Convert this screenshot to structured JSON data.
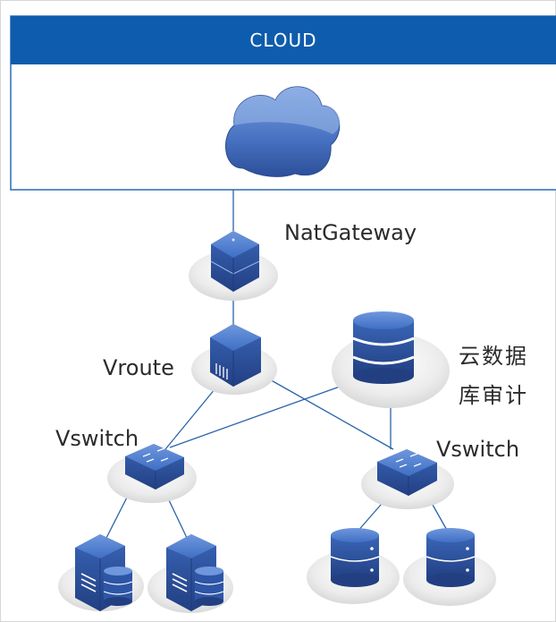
{
  "cloud_panel": {
    "title": "CLOUD"
  },
  "labels": {
    "natgateway": "NatGateway",
    "vroute": "Vroute",
    "vswitch_left": "Vswitch",
    "vswitch_right": "Vswitch",
    "db_audit_line1": "云数据",
    "db_audit_line2": "库审计"
  },
  "colors": {
    "panel_header": "#0e5cad",
    "panel_border": "#2d6bb3",
    "device_blue": "#3f6fc4",
    "device_dark": "#24468f",
    "link_line": "#2a64a8",
    "base_platform": "#e8e8e8"
  },
  "icons": [
    "cloud-icon",
    "gateway-icon",
    "router-icon",
    "database-icon",
    "switch-icon",
    "server-icon"
  ]
}
